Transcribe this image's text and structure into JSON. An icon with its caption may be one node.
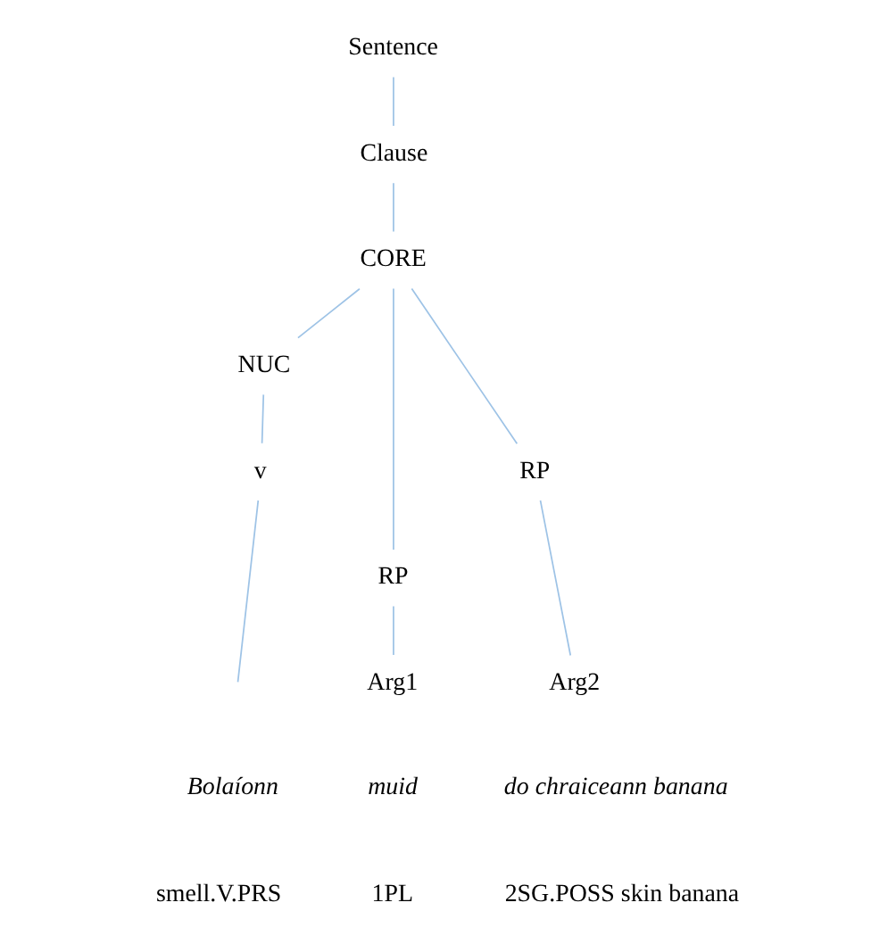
{
  "diagram": {
    "nodes": [
      {
        "text": [
          "Sentence"
        ]
      },
      {
        "text": [
          "Clause"
        ]
      },
      {
        "text": [
          "CORE"
        ]
      },
      {
        "text": [
          "NUC"
        ]
      },
      {
        "text": [
          "v"
        ]
      },
      {
        "text": [
          "RP"
        ]
      },
      {
        "text": [
          "RP"
        ]
      },
      {
        "text": [
          "Arg1"
        ]
      },
      {
        "text": [
          "Arg2"
        ]
      }
    ],
    "edges": [
      {
        "from": 0,
        "to": 1,
        "arrow": "none"
      },
      {
        "from": 1,
        "to": 2,
        "arrow": "none"
      },
      {
        "from": 2,
        "to": 3,
        "arrow": "none"
      },
      {
        "from": 2,
        "to": 5,
        "arrow": "none"
      },
      {
        "from": 2,
        "to": 6,
        "arrow": "none"
      },
      {
        "from": 3,
        "to": 4,
        "arrow": "none"
      },
      {
        "from": 4,
        "to": null,
        "arrow": "none"
      },
      {
        "from": 5,
        "to": 7,
        "arrow": "none"
      },
      {
        "from": 6,
        "to": 8,
        "arrow": "none"
      }
    ],
    "labels": [
      "*Bolaíonn*",
      "*muid*",
      "*do chraiceann banana*",
      "smell.V.PRS",
      "1PL",
      "2SG.POSS skin banana"
    ]
  }
}
